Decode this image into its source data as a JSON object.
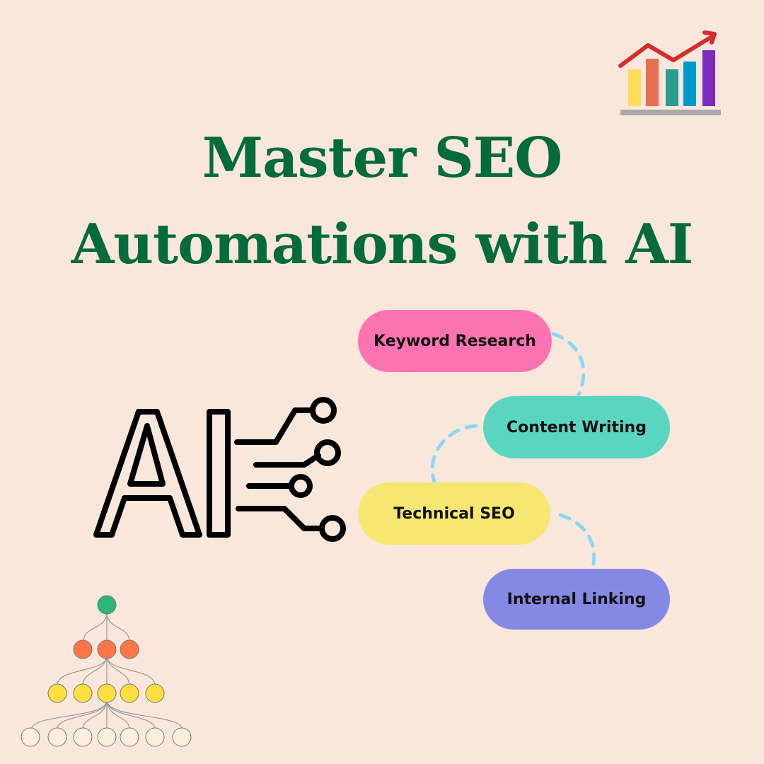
{
  "title": {
    "line1": "Master SEO",
    "line2": "Automations with AI"
  },
  "colors": {
    "background": "#f9e7dc",
    "title": "#046b3a",
    "dash": "#8ad8f5"
  },
  "steps": [
    {
      "label": "Keyword Research",
      "color": "#fd72b0"
    },
    {
      "label": "Content Writing",
      "color": "#5ad6c0"
    },
    {
      "label": "Technical SEO",
      "color": "#f7e772"
    },
    {
      "label": "Internal Linking",
      "color": "#8589e3"
    }
  ],
  "icons": {
    "chart": "bar-chart-growth-icon",
    "ai": "ai-circuit-icon",
    "tree": "hierarchy-tree-icon"
  }
}
